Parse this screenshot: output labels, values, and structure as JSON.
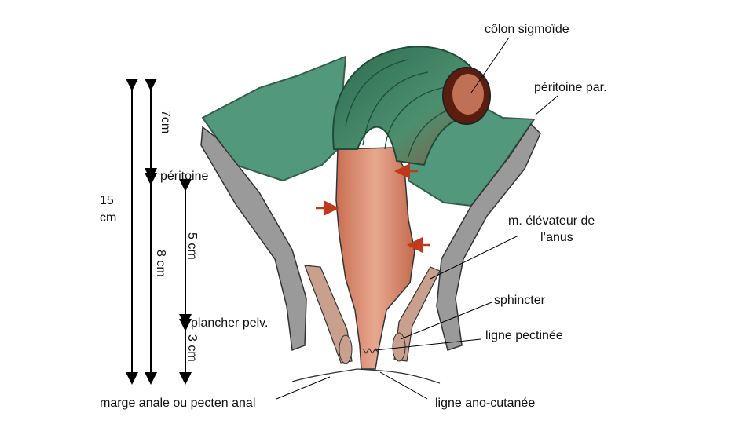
{
  "labels": {
    "colon": "côlon sigmoïde",
    "peritoine_par": "péritoine par.",
    "peritoine": "péritoine",
    "elevateur_line1": "m. élévateur de",
    "elevateur_line2": "l’anus",
    "sphincter": "sphincter",
    "ligne_pectinee": "ligne pectinée",
    "marge_anale": "marge anale ou pecten anal",
    "ligne_ano_cutanee": "ligne ano-cutanée",
    "plancher": "plancher pelv."
  },
  "measures": {
    "total_line1": "15",
    "total_line2": "cm",
    "upper": "7cm",
    "middle_rectum": "5 cm",
    "lower_total": "8 cm",
    "anal_canal": "3 cm"
  },
  "colors": {
    "peritoneum": "#3f8d6f",
    "colon": "#2f6e52",
    "rectum": "#d98a6e",
    "muscle": "#9a9a9a",
    "sphincter": "#c9a08e",
    "arrow_red": "#c0391b"
  }
}
